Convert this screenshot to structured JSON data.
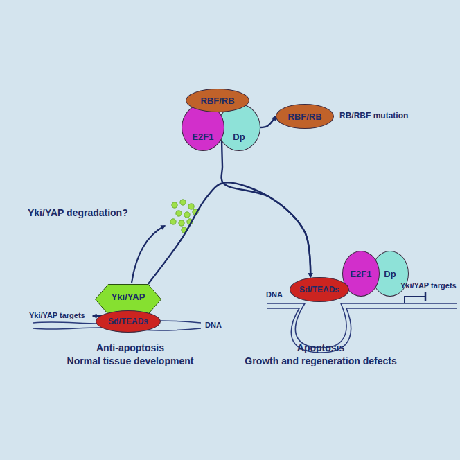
{
  "diagram": {
    "nodes": [
      {
        "text": [
          "RBF/RB"
        ]
      },
      {
        "text": [
          "E2F1"
        ]
      },
      {
        "text": [
          "Dp"
        ]
      },
      {
        "text": [
          "RBF/RB"
        ]
      },
      {
        "text": [
          "Yki/YAP"
        ]
      },
      {
        "text": [
          "Sd/TEADs"
        ]
      },
      {
        "text": [
          "Sd/TEADs"
        ]
      },
      {
        "text": [
          "E2F1"
        ]
      },
      {
        "text": [
          "Dp"
        ]
      }
    ],
    "edges": [
      {
        "from": 2,
        "to": 3,
        "arrow": "to"
      },
      {
        "from": 4,
        "to": 6,
        "arrow": "to"
      },
      {
        "from": 1,
        "to": 6,
        "arrow": "to"
      }
    ],
    "labels": [
      "Yki/YAP degradation?",
      "RB/RBF mutation",
      "Yki/YAP targets",
      "Yki/YAP targets",
      "DNA",
      "DNA",
      "Anti-apoptosis",
      "Normal tissue development",
      "Apoptosis",
      "Growth and regeneration defects"
    ]
  }
}
